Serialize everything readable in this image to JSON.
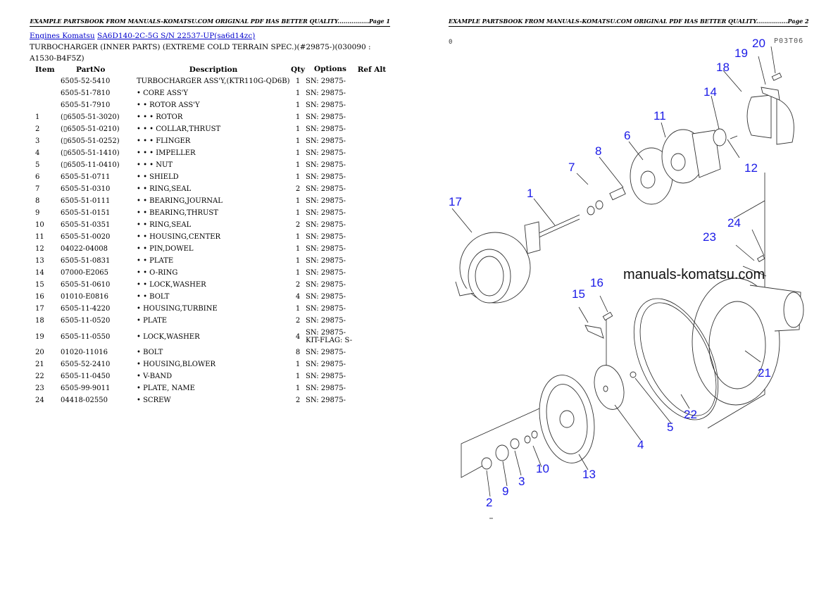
{
  "pages": {
    "left": {
      "header": "EXAMPLE PARTSBOOK FROM MANUALS-KOMATSU.COM ORIGINAL PDF HAS BETTER QUALITY................Page 1",
      "breadcrumb": {
        "link1": "Engines Komatsu",
        "link2": "SA6D140-2C-5G S/N 22537-UP(sa6d14zc)"
      },
      "title": "TURBOCHARGER (INNER PARTS) (EXTREME COLD TERRAIN SPEC.)(#29875-)(030090 : A1530-B4F5Z)",
      "table": {
        "columns": [
          "Item",
          "PartNo",
          "Description",
          "Qty",
          "Options",
          "Ref Alt"
        ],
        "rows": [
          {
            "item": "",
            "part": "6505-52-5410",
            "desc": "TURBOCHARGER ASS'Y,(KTR110G-QD6B)",
            "qty": "1",
            "opt": "SN: 29875-"
          },
          {
            "item": "",
            "part": "6505-51-7810",
            "desc": "• CORE ASS'Y",
            "qty": "1",
            "opt": "SN: 29875-"
          },
          {
            "item": "",
            "part": "6505-51-7910",
            "desc": "• • ROTOR ASS'Y",
            "qty": "1",
            "opt": "SN: 29875-"
          },
          {
            "item": "1",
            "part": "(▯6505-51-3020)",
            "desc": "• • • ROTOR",
            "qty": "1",
            "opt": "SN: 29875-"
          },
          {
            "item": "2",
            "part": "(▯6505-51-0210)",
            "desc": "• • • COLLAR,THRUST",
            "qty": "1",
            "opt": "SN: 29875-"
          },
          {
            "item": "3",
            "part": "(▯6505-51-0252)",
            "desc": "• • • FLINGER",
            "qty": "1",
            "opt": "SN: 29875-"
          },
          {
            "item": "4",
            "part": "(▯6505-51-1410)",
            "desc": "• • • IMPELLER",
            "qty": "1",
            "opt": "SN: 29875-"
          },
          {
            "item": "5",
            "part": "(▯6505-11-0410)",
            "desc": "• • • NUT",
            "qty": "1",
            "opt": "SN: 29875-"
          },
          {
            "item": "6",
            "part": "6505-51-0711",
            "desc": "• • SHIELD",
            "qty": "1",
            "opt": "SN: 29875-"
          },
          {
            "item": "7",
            "part": "6505-51-0310",
            "desc": "• • RING,SEAL",
            "qty": "2",
            "opt": "SN: 29875-"
          },
          {
            "item": "8",
            "part": "6505-51-0111",
            "desc": "• • BEARING,JOURNAL",
            "qty": "1",
            "opt": "SN: 29875-"
          },
          {
            "item": "9",
            "part": "6505-51-0151",
            "desc": "• • BEARING,THRUST",
            "qty": "1",
            "opt": "SN: 29875-"
          },
          {
            "item": "10",
            "part": "6505-51-0351",
            "desc": "• • RING,SEAL",
            "qty": "2",
            "opt": "SN: 29875-"
          },
          {
            "item": "11",
            "part": "6505-51-0020",
            "desc": "• • HOUSING,CENTER",
            "qty": "1",
            "opt": "SN: 29875-"
          },
          {
            "item": "12",
            "part": "04022-04008",
            "desc": "• • PIN,DOWEL",
            "qty": "1",
            "opt": "SN: 29875-"
          },
          {
            "item": "13",
            "part": "6505-51-0831",
            "desc": "• • PLATE",
            "qty": "1",
            "opt": "SN: 29875-"
          },
          {
            "item": "14",
            "part": "07000-E2065",
            "desc": "• • O-RING",
            "qty": "1",
            "opt": "SN: 29875-"
          },
          {
            "item": "15",
            "part": "6505-51-0610",
            "desc": "• • LOCK,WASHER",
            "qty": "2",
            "opt": "SN: 29875-"
          },
          {
            "item": "16",
            "part": "01010-E0816",
            "desc": "• • BOLT",
            "qty": "4",
            "opt": "SN: 29875-"
          },
          {
            "item": "17",
            "part": "6505-11-4220",
            "desc": "• HOUSING,TURBINE",
            "qty": "1",
            "opt": "SN: 29875-"
          },
          {
            "item": "18",
            "part": "6505-11-0520",
            "desc": "• PLATE",
            "qty": "2",
            "opt": "SN: 29875-"
          },
          {
            "item": "19",
            "part": "6505-11-0550",
            "desc": "• LOCK,WASHER",
            "qty": "4",
            "opt": "SN: 29875-",
            "opt2": "KIT-FLAG: S-"
          },
          {
            "item": "20",
            "part": "01020-11016",
            "desc": "• BOLT",
            "qty": "8",
            "opt": "SN: 29875-"
          },
          {
            "item": "21",
            "part": "6505-52-2410",
            "desc": "• HOUSING,BLOWER",
            "qty": "1",
            "opt": "SN: 29875-"
          },
          {
            "item": "22",
            "part": "6505-11-0450",
            "desc": "• V-BAND",
            "qty": "1",
            "opt": "SN: 29875-"
          },
          {
            "item": "23",
            "part": "6505-99-9011",
            "desc": "• PLATE, NAME",
            "qty": "1",
            "opt": "SN: 29875-"
          },
          {
            "item": "24",
            "part": "04418-02550",
            "desc": "• SCREW",
            "qty": "2",
            "opt": "SN: 29875-"
          }
        ]
      }
    },
    "right": {
      "header": "EXAMPLE PARTSBOOK FROM MANUALS-KOMATSU.COM ORIGINAL PDF HAS BETTER QUALITY................Page 2",
      "diagram_code": "0",
      "drawing_id": "P03T06",
      "watermark": "manuals-komatsu.com",
      "callouts": {
        "c1": "1",
        "c2": "2",
        "c3": "3",
        "c4": "4",
        "c5": "5",
        "c6": "6",
        "c7": "7",
        "c8": "8",
        "c9": "9",
        "c10": "10",
        "c11": "11",
        "c12": "12",
        "c13": "13",
        "c14": "14",
        "c15": "15",
        "c16": "16",
        "c17": "17",
        "c18": "18",
        "c19": "19",
        "c20": "20",
        "c21": "21",
        "c22": "22",
        "c23": "23",
        "c24": "24"
      },
      "callout_color": "#1a1ae6"
    }
  }
}
